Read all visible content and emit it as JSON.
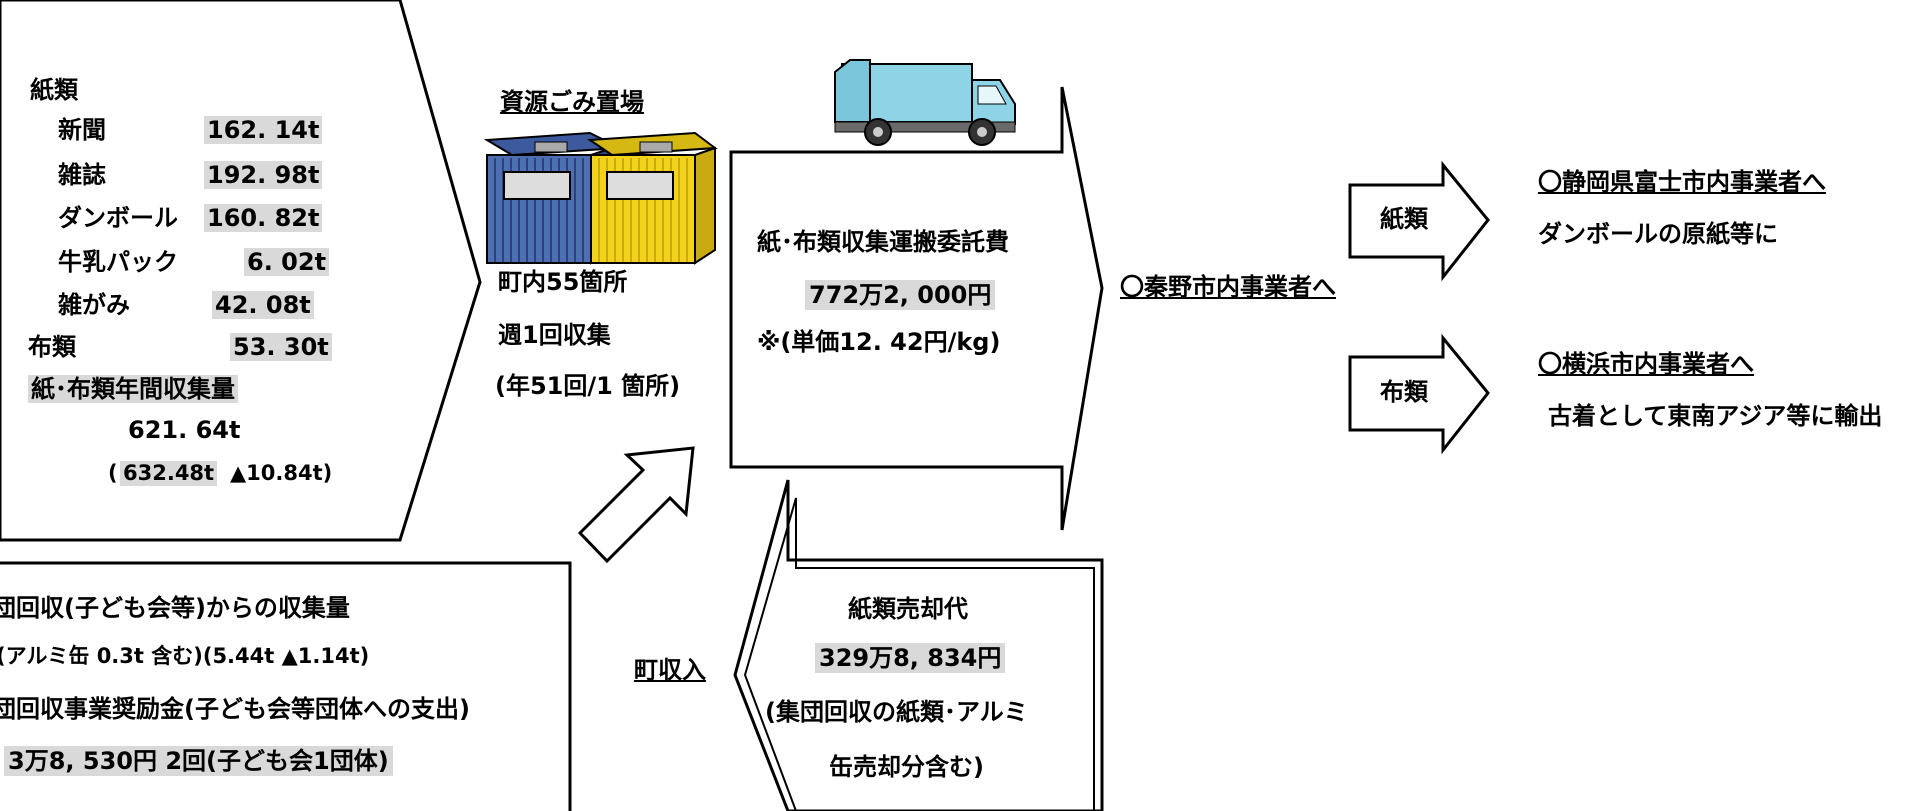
{
  "left_panel": {
    "paper_heading": "紙類",
    "items": [
      {
        "label": "新聞",
        "value": "162. 14t"
      },
      {
        "label": "雑誌",
        "value": "192. 98t"
      },
      {
        "label": "ダンボール",
        "value": "160. 82t"
      },
      {
        "label": "牛乳パック",
        "value": "6. 02t"
      },
      {
        "label": "雑がみ",
        "value": "42. 08t"
      }
    ],
    "cloth": {
      "label": "布類",
      "value": "53. 30t"
    },
    "total_label": "紙･布類年間収集量",
    "total_value": "621. 64t",
    "prev_open": "(",
    "prev_value": "632.48t",
    "prev_change": "▲10.84t)"
  },
  "group_box": {
    "line1": "団回収(子ども会等)からの収集量",
    "line2": "(アルミ缶  0.3t 含む)(5.44t ▲1.14t)",
    "line3": "団回収事業奨励金(子ども会等団体への支出)",
    "line4": "3万8, 530円  2回(子ども会1団体)"
  },
  "storage": {
    "title": "資源ごみ置場",
    "line1": "町内55箇所",
    "line2": "週1回収集",
    "line3": "(年51回/1 箇所)"
  },
  "contract": {
    "line1": "紙･布類収集運搬委託費",
    "amount": "772万2, 000円",
    "unit_price": "※(単価12. 42円/kg)"
  },
  "sale": {
    "title": "紙類売却代",
    "amount": "329万8, 834円",
    "note1": "(集団回収の紙類･アルミ",
    "note2": "缶売却分含む)"
  },
  "town_income": "町収入",
  "hadano": "〇秦野市内事業者へ",
  "arrows": {
    "paper": "紙類",
    "cloth": "布類"
  },
  "fuji": {
    "title": "〇静岡県富士市内事業者へ",
    "desc": "ダンボールの原紙等に"
  },
  "yokohama": {
    "title": "〇横浜市内事業者へ",
    "desc": "古着として東南アジア等に輸出"
  },
  "colors": {
    "highlight": "#d9d9d9",
    "bin_blue": "#4f6fb3",
    "bin_yellow": "#f2d21b",
    "truck": "#8fd3e6"
  }
}
